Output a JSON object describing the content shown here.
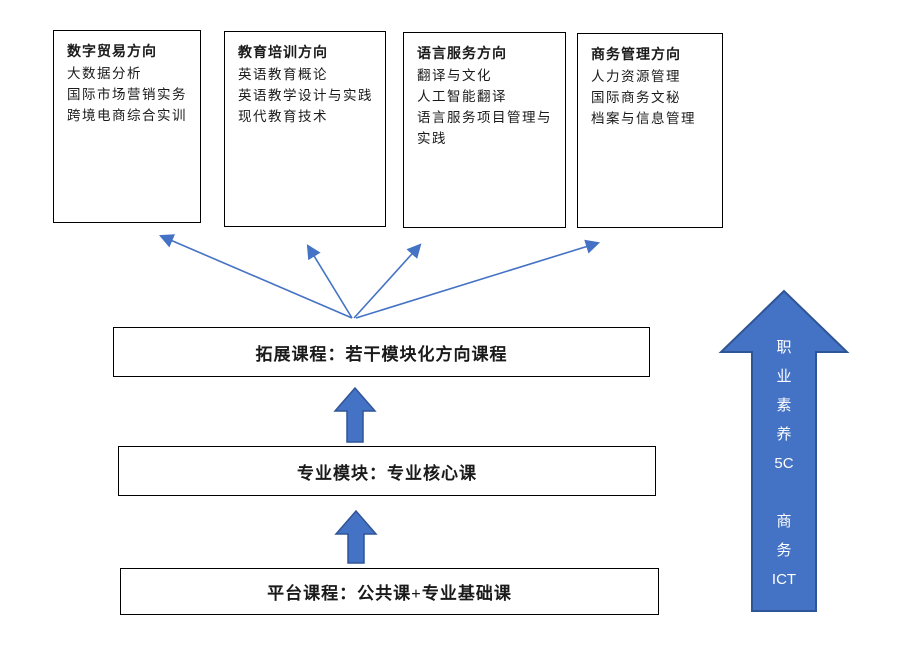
{
  "colors": {
    "accent_blue": "#4472C4",
    "accent_blue_dark": "#2F5597",
    "box_border": "#000000",
    "arrow_text": "#FFFFFF"
  },
  "icons": {
    "connector_arrow": "thin-line-arrow",
    "level_up_arrow": "block-arrow-up",
    "side_up_arrow": "block-arrow-up"
  },
  "direction_boxes": [
    {
      "title": "数字贸易方向",
      "items": [
        "大数据分析",
        "国际市场营销实务",
        "跨境电商综合实训"
      ]
    },
    {
      "title": "教育培训方向",
      "items": [
        "英语教育概论",
        "英语教学设计与实践",
        "现代教育技术"
      ]
    },
    {
      "title": "语言服务方向",
      "items": [
        "翻译与文化",
        "人工智能翻译",
        "语言服务项目管理与实践"
      ]
    },
    {
      "title": "商务管理方向",
      "items": [
        "人力资源管理",
        "国际商务文秘",
        "档案与信息管理"
      ]
    }
  ],
  "levels": [
    {
      "label": "拓展课程：若干模块化方向课程"
    },
    {
      "label": "专业模块：专业核心课"
    },
    {
      "label": "平台课程：公共课+专业基础课"
    }
  ],
  "side_arrow": {
    "lines": [
      "职",
      "业",
      "素",
      "养",
      "5C",
      "",
      "商",
      "务",
      "ICT"
    ]
  }
}
